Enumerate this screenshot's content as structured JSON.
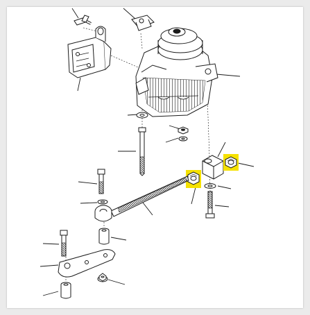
{
  "viewer": {
    "title": "",
    "background": "#ebebeb",
    "panel_color": "#ffffff"
  },
  "diagram": {
    "line_color": "#1a1a1a",
    "highlight_color": "#f5e100",
    "highlighted_parts": [
      "hex-nut-upper-right",
      "hex-nut-center"
    ],
    "parts": [
      "screw-top",
      "upper-bracket",
      "clip-top",
      "alternator",
      "washer-upper",
      "nut-upper",
      "washer-small",
      "long-bolt",
      "spacer-block",
      "hex-nut-upper-right",
      "hex-nut-center",
      "washer-right",
      "bolt-left",
      "bolt-right",
      "washer-left",
      "adjusting-rod",
      "bolt-lower-left",
      "bushing",
      "lower-bracket",
      "flange-nut",
      "sleeve"
    ]
  }
}
